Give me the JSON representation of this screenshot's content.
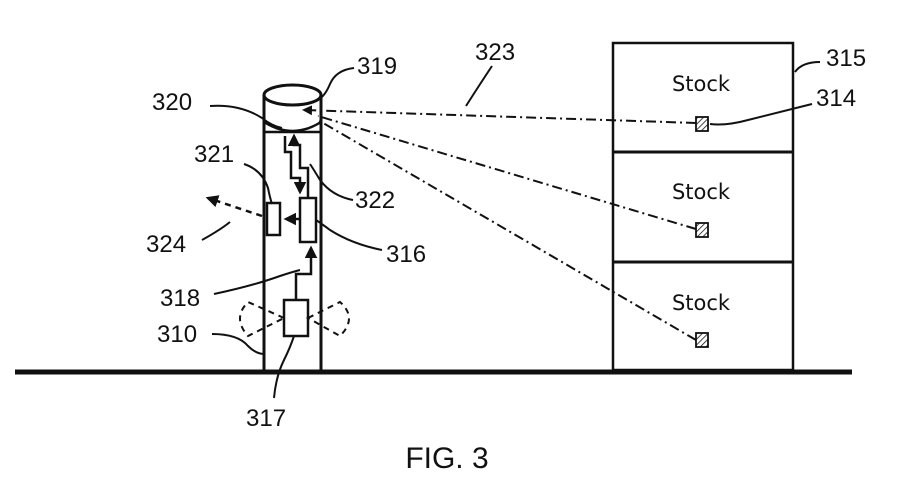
{
  "figure": {
    "caption": "FIG. 3",
    "line_color": "#111111",
    "background": "#ffffff"
  },
  "shelf": {
    "compartments": [
      {
        "label": "Stock"
      },
      {
        "label": "Stock"
      },
      {
        "label": "Stock"
      }
    ]
  },
  "reference_numerals": {
    "r310": "310",
    "r314": "314",
    "r315": "315",
    "r316": "316",
    "r317": "317",
    "r318": "318",
    "r319": "319",
    "r320": "320",
    "r321": "321",
    "r322": "322",
    "r323": "323",
    "r324": "324"
  }
}
